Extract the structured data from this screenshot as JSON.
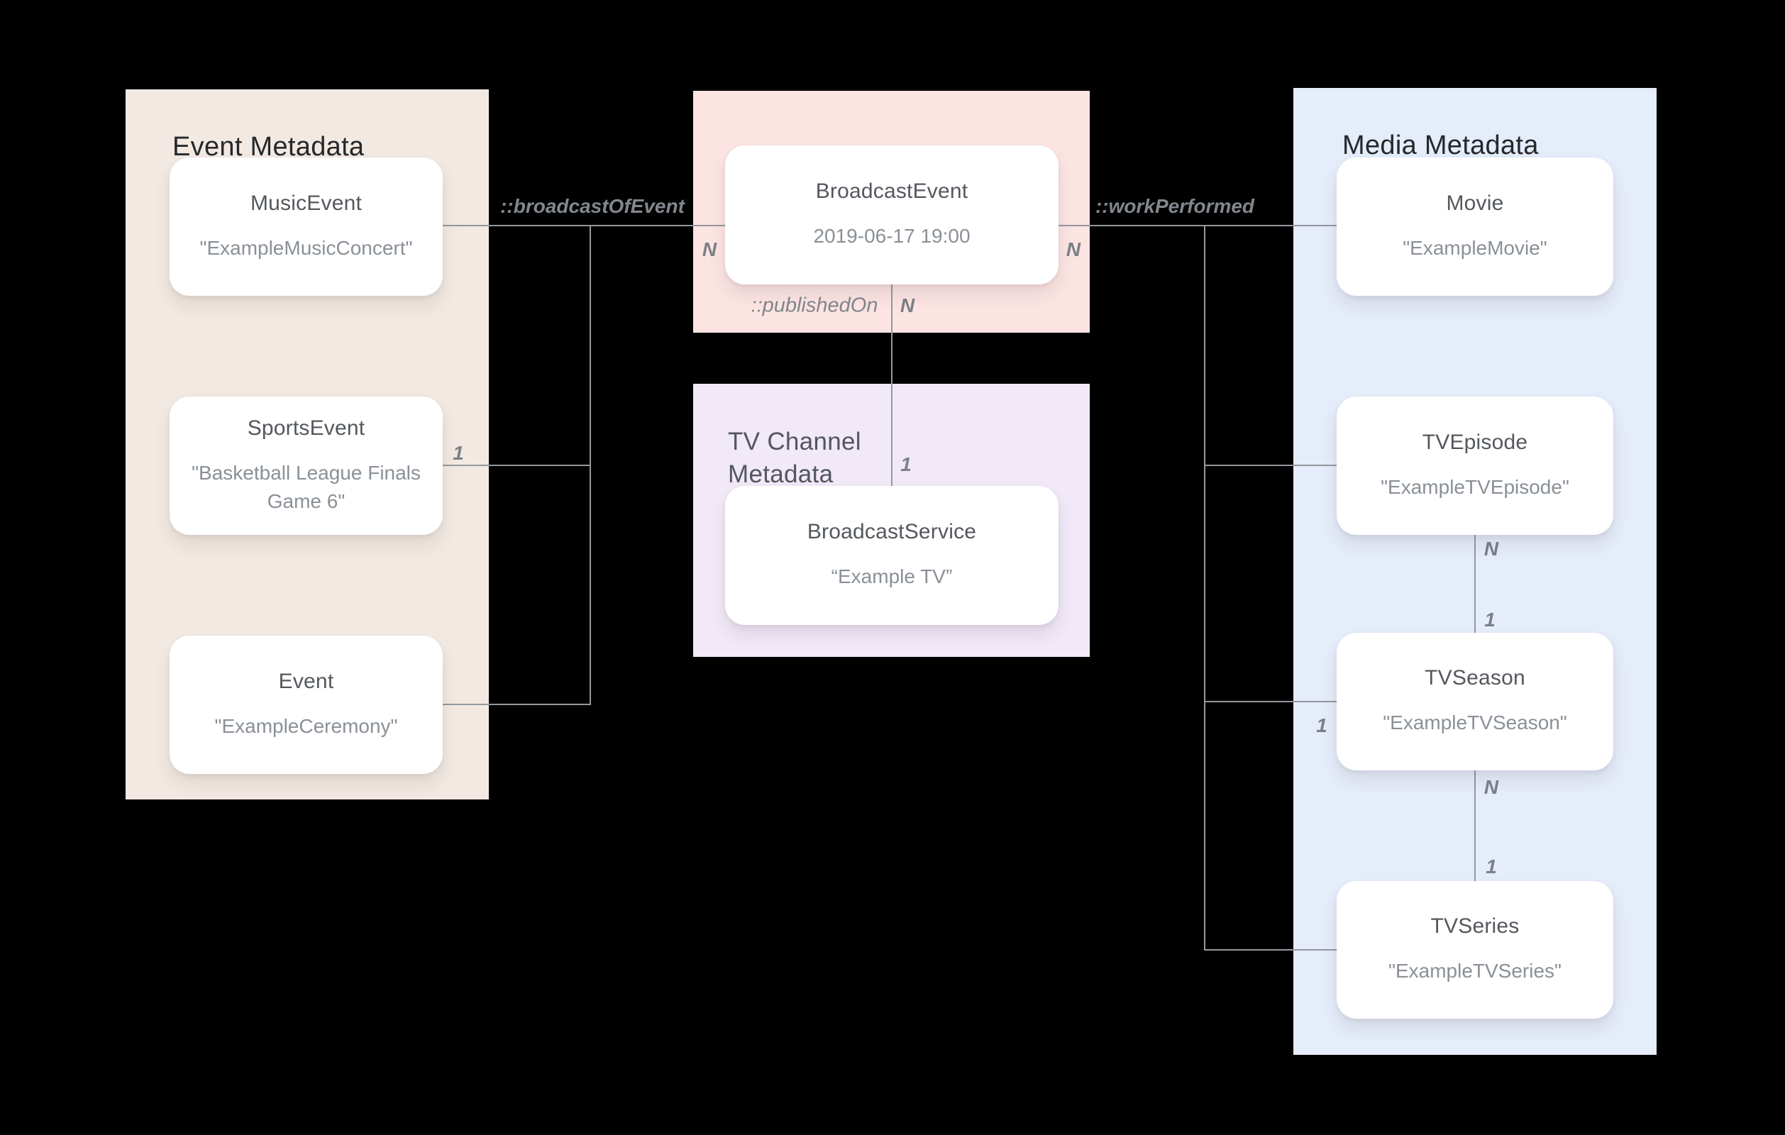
{
  "diagram": {
    "colors": {
      "background": "#000000",
      "event_panel": "#f2e9e2",
      "broadcast_panel": "#fce4e3",
      "tv_panel": "#f1e8f8",
      "media_panel": "#e5ecfa",
      "card": "#ffffff",
      "line": "#94989c",
      "panel_title": "#26282b",
      "tv_panel_title": "#53575c",
      "node_title": "#54585d",
      "node_subtitle": "#8a9097",
      "edge_label": "#82878d"
    },
    "panels": {
      "event": {
        "title": "Event Metadata"
      },
      "tv": {
        "title": "TV Channel Metadata"
      },
      "media": {
        "title": "Media Metadata"
      }
    },
    "nodes": {
      "music_event": {
        "title": "MusicEvent",
        "subtitle": "\"ExampleMusicConcert\""
      },
      "sports_event": {
        "title": "SportsEvent",
        "subtitle": "\"Basketball League Finals Game 6\""
      },
      "event": {
        "title": "Event",
        "subtitle": "\"ExampleCeremony\""
      },
      "broadcast_event": {
        "title": "BroadcastEvent",
        "subtitle": "2019-06-17 19:00"
      },
      "broadcast_service": {
        "title": "BroadcastService",
        "subtitle": "“Example TV”"
      },
      "movie": {
        "title": "Movie",
        "subtitle": "\"ExampleMovie\""
      },
      "tv_episode": {
        "title": "TVEpisode",
        "subtitle": "\"ExampleTVEpisode\""
      },
      "tv_season": {
        "title": "TVSeason",
        "subtitle": "\"ExampleTVSeason\""
      },
      "tv_series": {
        "title": "TVSeries",
        "subtitle": "\"ExampleTVSeries\""
      }
    },
    "edge_labels": {
      "broadcast_of_event": "::broadcastOfEvent",
      "work_performed": "::workPerformed",
      "published_on": "::publishedOn"
    },
    "cardinalities": [
      {
        "id": "n-broadcastevent-left",
        "text": "N"
      },
      {
        "id": "n-broadcastevent-right",
        "text": "N"
      },
      {
        "id": "n-publishedon",
        "text": "N"
      },
      {
        "id": "one-broadcastservice-top",
        "text": "1"
      },
      {
        "id": "one-sportsevent",
        "text": "1"
      },
      {
        "id": "n-tvepisode-bottom",
        "text": "N"
      },
      {
        "id": "one-tvseason-top",
        "text": "1"
      },
      {
        "id": "one-tvseason-left",
        "text": "1"
      },
      {
        "id": "n-tvseason-bottom",
        "text": "N"
      },
      {
        "id": "one-tvseries-top",
        "text": "1"
      }
    ]
  }
}
